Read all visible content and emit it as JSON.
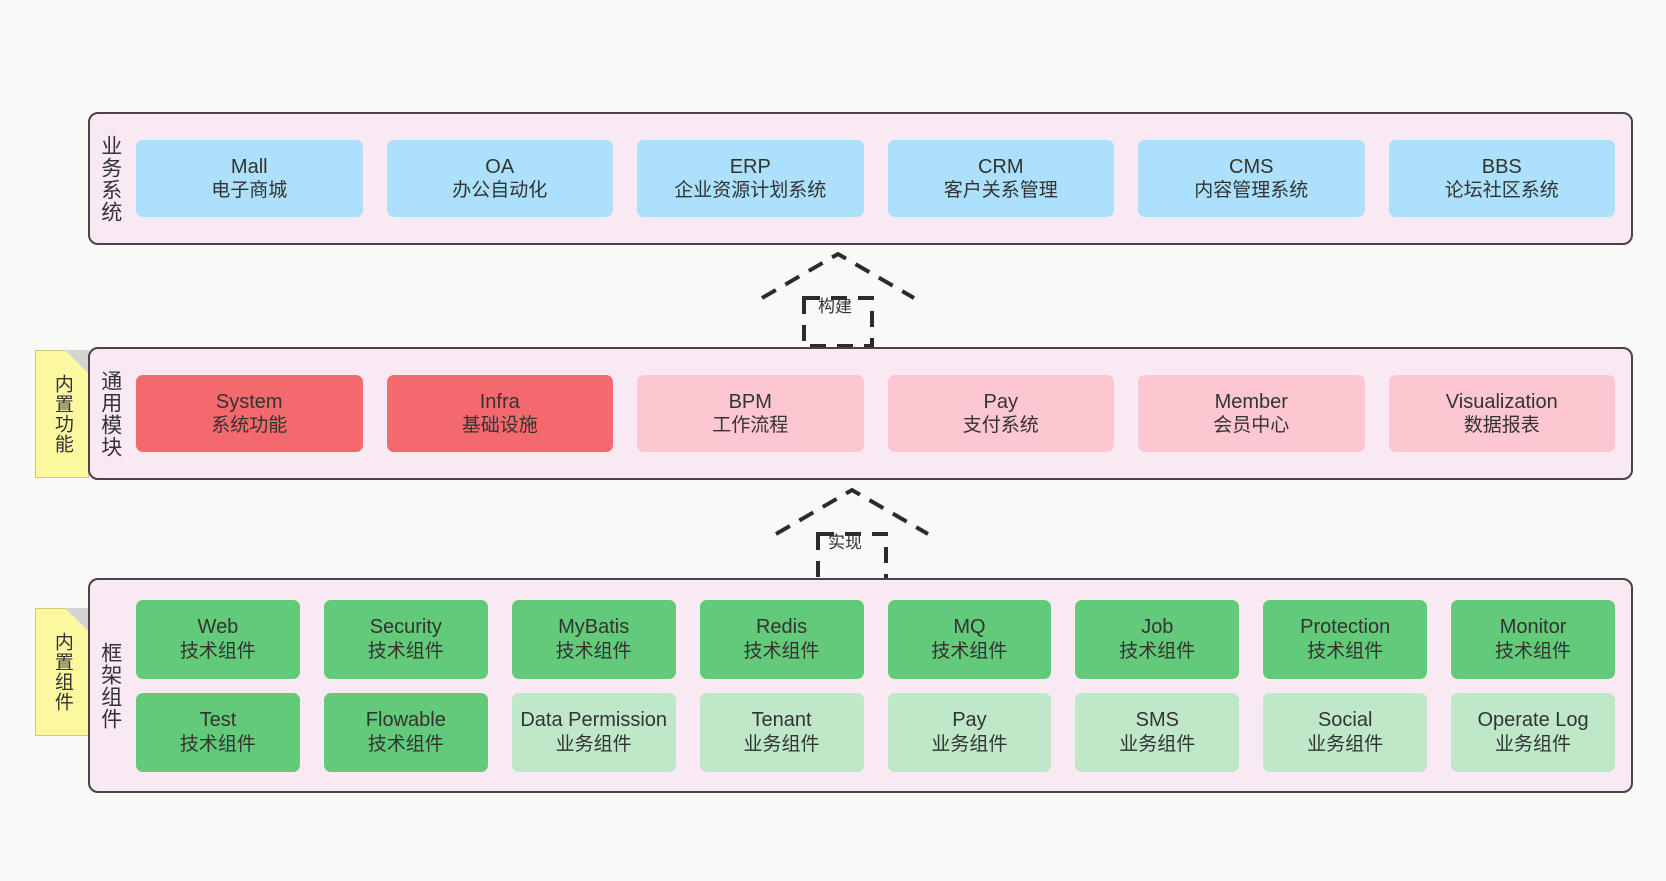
{
  "diagram": {
    "background_color": "#f9f9f8",
    "layer_fill": "#f8e9f3",
    "layer_border": "#4a4347",
    "sticky_color": "#fbf8a0"
  },
  "layers": [
    {
      "id": "business",
      "title": "业务系统",
      "rows": [
        {
          "boxes": [
            {
              "en": "Mall",
              "cn": "电子商城",
              "color": "blue"
            },
            {
              "en": "OA",
              "cn": "办公自动化",
              "color": "blue"
            },
            {
              "en": "ERP",
              "cn": "企业资源计划系统",
              "color": "blue"
            },
            {
              "en": "CRM",
              "cn": "客户关系管理",
              "color": "blue"
            },
            {
              "en": "CMS",
              "cn": "内容管理系统",
              "color": "blue"
            },
            {
              "en": "BBS",
              "cn": "论坛社区系统",
              "color": "blue"
            }
          ]
        }
      ]
    },
    {
      "id": "modules",
      "title": "通用模块",
      "sticky": "内置功能",
      "rows": [
        {
          "boxes": [
            {
              "en": "System",
              "cn": "系统功能",
              "color": "red"
            },
            {
              "en": "Infra",
              "cn": "基础设施",
              "color": "red"
            },
            {
              "en": "BPM",
              "cn": "工作流程",
              "color": "pink"
            },
            {
              "en": "Pay",
              "cn": "支付系统",
              "color": "pink"
            },
            {
              "en": "Member",
              "cn": "会员中心",
              "color": "pink"
            },
            {
              "en": "Visualization",
              "cn": "数据报表",
              "color": "pink"
            }
          ]
        }
      ]
    },
    {
      "id": "framework",
      "title": "框架组件",
      "sticky": "内置组件",
      "rows": [
        {
          "boxes": [
            {
              "en": "Web",
              "cn": "技术组件",
              "color": "green"
            },
            {
              "en": "Security",
              "cn": "技术组件",
              "color": "green"
            },
            {
              "en": "MyBatis",
              "cn": "技术组件",
              "color": "green"
            },
            {
              "en": "Redis",
              "cn": "技术组件",
              "color": "green"
            },
            {
              "en": "MQ",
              "cn": "技术组件",
              "color": "green"
            },
            {
              "en": "Job",
              "cn": "技术组件",
              "color": "green"
            },
            {
              "en": "Protection",
              "cn": "技术组件",
              "color": "green"
            },
            {
              "en": "Monitor",
              "cn": "技术组件",
              "color": "green"
            }
          ]
        },
        {
          "boxes": [
            {
              "en": "Test",
              "cn": "技术组件",
              "color": "green"
            },
            {
              "en": "Flowable",
              "cn": "技术组件",
              "color": "green"
            },
            {
              "en": "Data Permission",
              "cn": "业务组件",
              "color": "lightgreen"
            },
            {
              "en": "Tenant",
              "cn": "业务组件",
              "color": "lightgreen"
            },
            {
              "en": "Pay",
              "cn": "业务组件",
              "color": "lightgreen"
            },
            {
              "en": "SMS",
              "cn": "业务组件",
              "color": "lightgreen"
            },
            {
              "en": "Social",
              "cn": "业务组件",
              "color": "lightgreen"
            },
            {
              "en": "Operate Log",
              "cn": "业务组件",
              "color": "lightgreen"
            }
          ]
        }
      ]
    }
  ],
  "connectors": [
    {
      "id": "build",
      "label": "构建",
      "style": "dashed-generalization-up"
    },
    {
      "id": "impl",
      "label": "实现",
      "style": "dashed-generalization-up"
    }
  ]
}
